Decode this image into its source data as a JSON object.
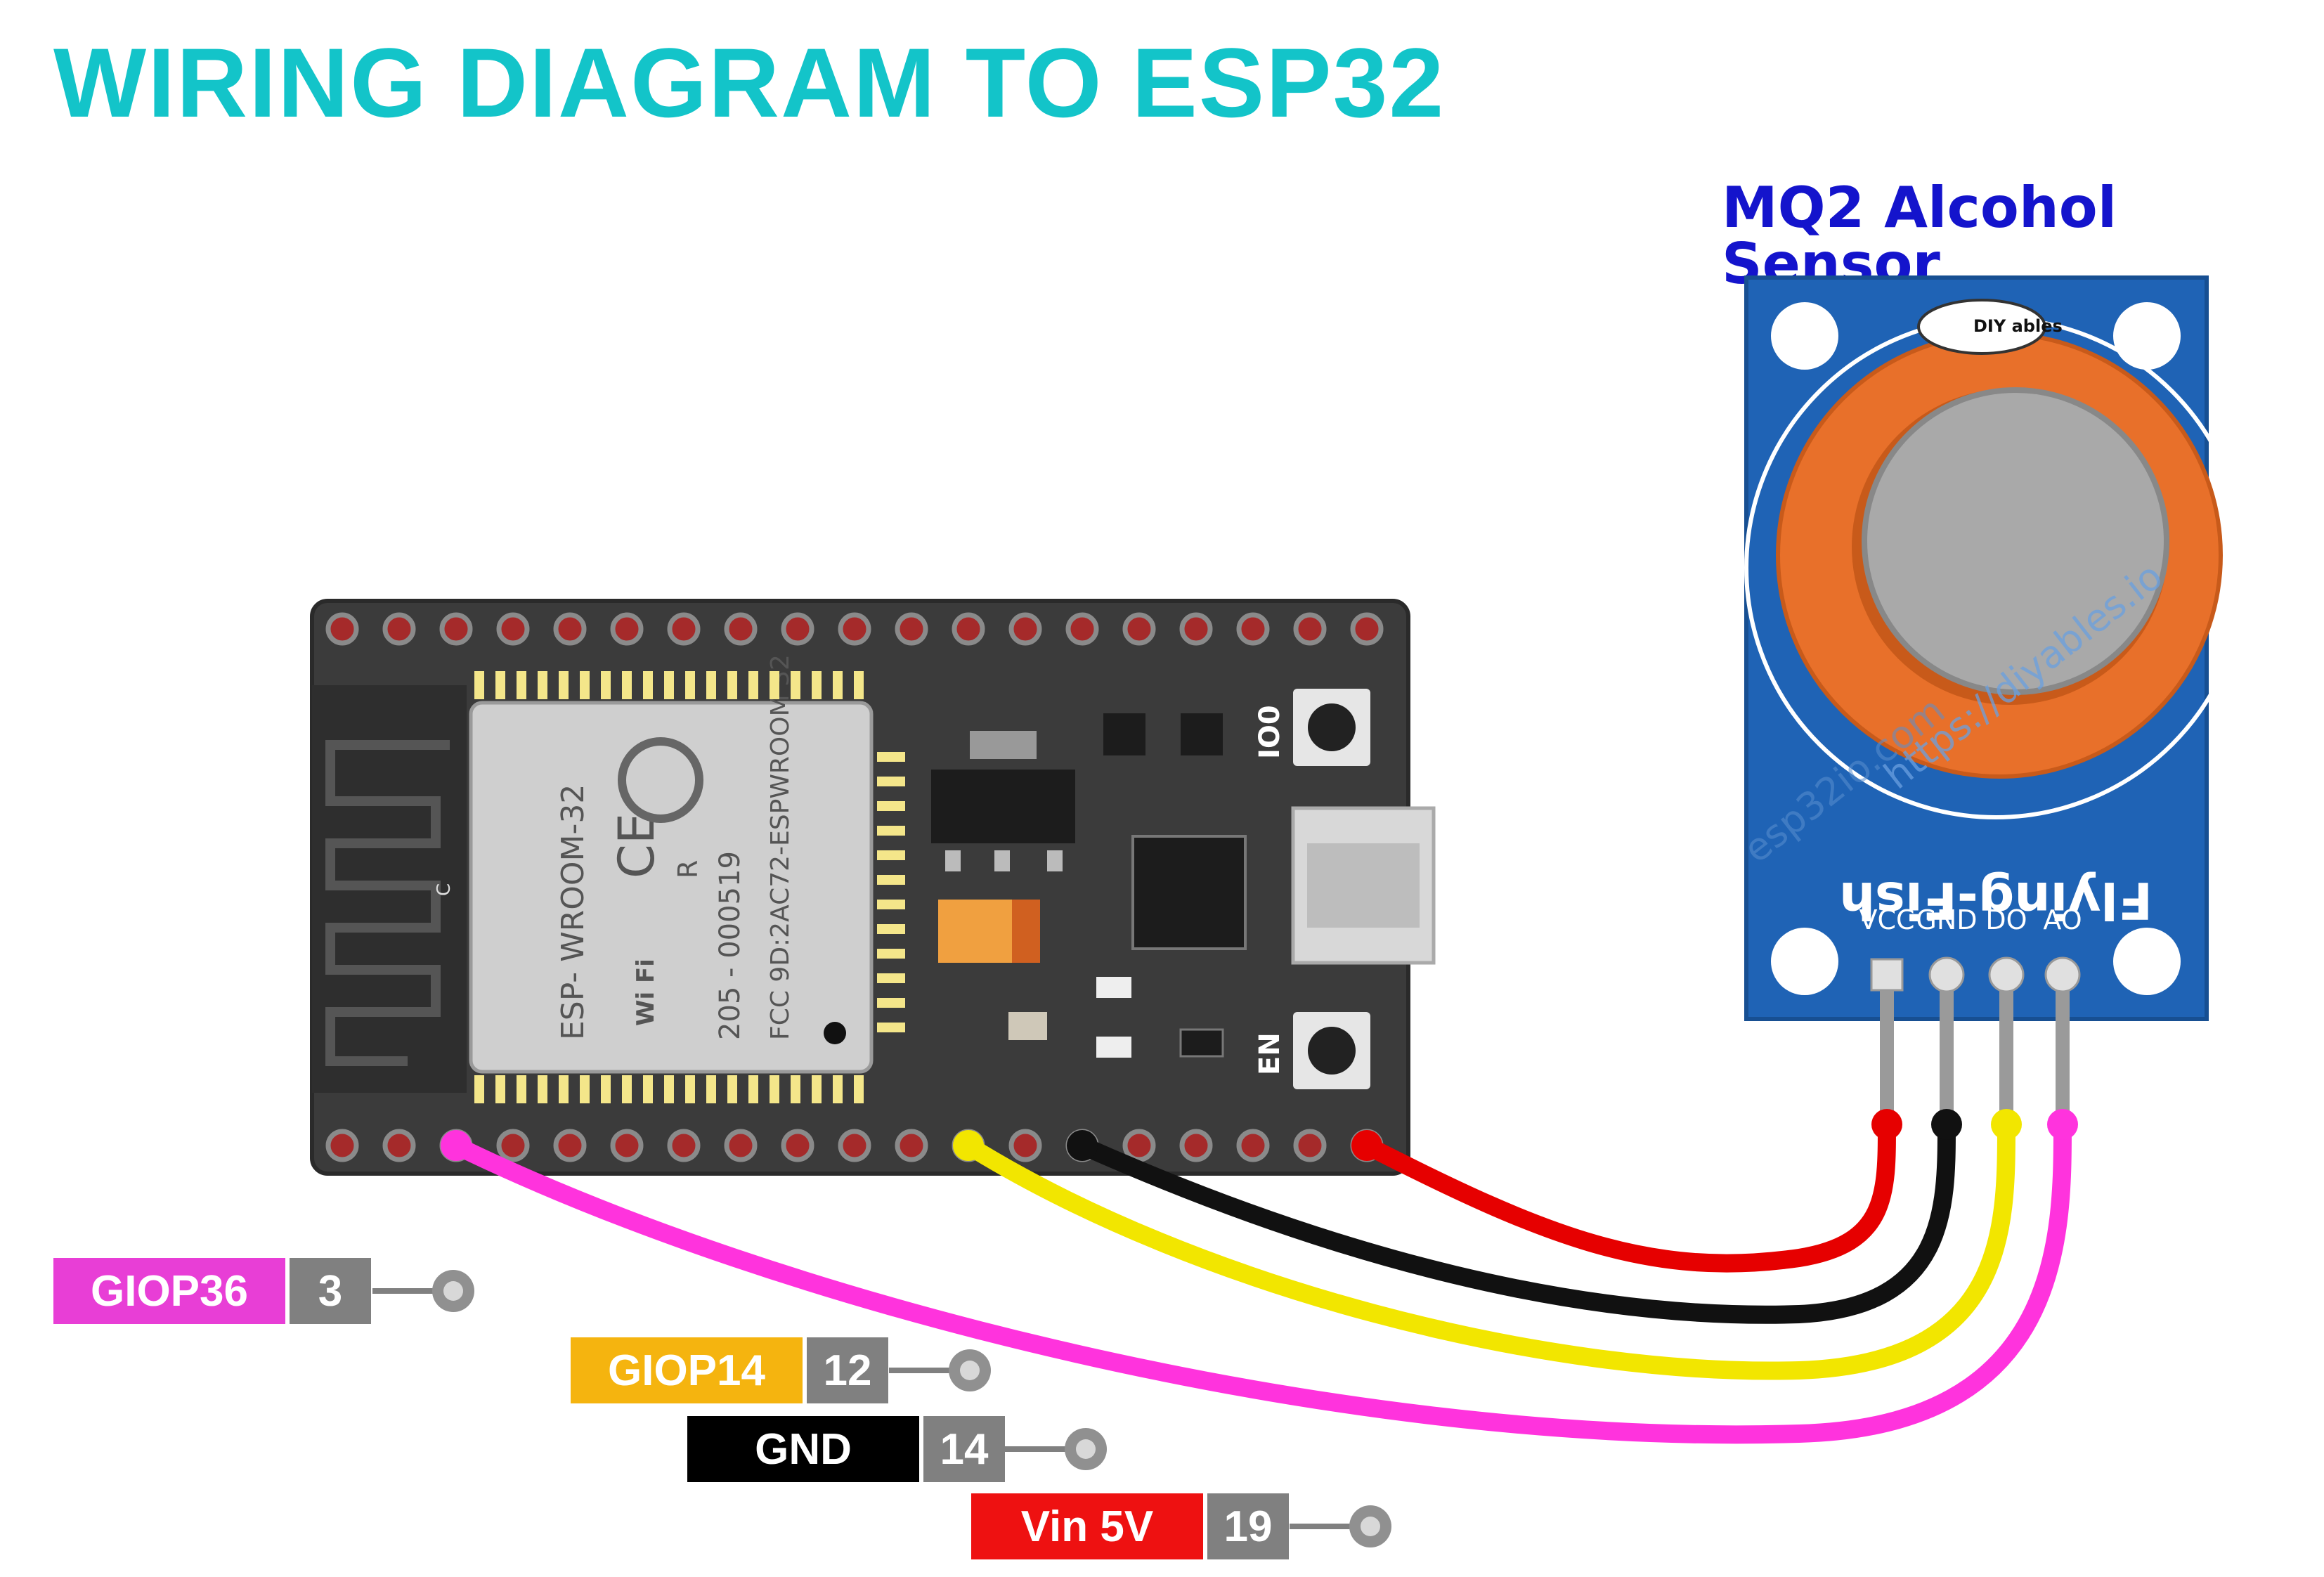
{
  "title": "WIRING DIAGRAM TO ESP32",
  "sensor_title": "MQ2 Alcohol Sensor",
  "colors": {
    "title": "#13c4c9",
    "sensor_title": "#1414cc",
    "board": "#3b3b3b",
    "sensor_pcb": "#1f63b5",
    "sensor_ring": "#e8702a"
  },
  "esp32": {
    "module_text": "ESP- WROOM-32",
    "module_code": "205 - 000519",
    "module_fcc": "FCC 9D:2AC72-ESPWROOM 32",
    "button_io0": "IO0",
    "button_en": "EN",
    "antenna_mark": "C",
    "ce_mark": "CE",
    "r_mark": "R",
    "wifi_mark": "Wi Fi"
  },
  "sensor": {
    "brand": "Flying-Fish",
    "logo_text": "DIY ables",
    "pins": [
      "VCC",
      "GND",
      "DO",
      "AO"
    ],
    "watermark": "https://diyables.io",
    "watermark2": "esp32io.com"
  },
  "pin_labels": [
    {
      "name": "GIOP36",
      "num": "3",
      "color": "#e83ed6"
    },
    {
      "name": "GIOP14",
      "num": "12",
      "color": "#f5b40f"
    },
    {
      "name": "GND",
      "num": "14",
      "color": "#000000"
    },
    {
      "name": "Vin 5V",
      "num": "19",
      "color": "#ee1111"
    }
  ],
  "wires": [
    {
      "from": "VCC",
      "to": "Vin 5V",
      "color": "#e60000"
    },
    {
      "from": "GND",
      "to": "GND",
      "color": "#111111"
    },
    {
      "from": "DO",
      "to": "GIOP14",
      "color": "#f2e600"
    },
    {
      "from": "AO",
      "to": "GIOP36",
      "color": "#ff33dd"
    }
  ]
}
